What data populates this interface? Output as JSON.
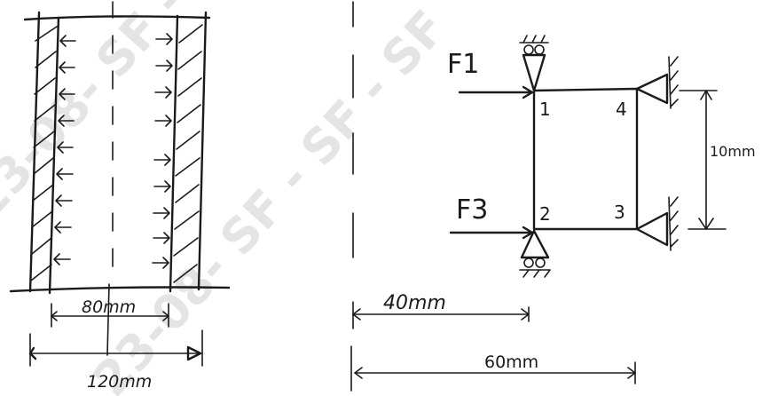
{
  "colors": {
    "ink": "#1b1b1b",
    "paper": "#ffffff",
    "watermark": "#000000"
  },
  "watermark": {
    "text": "23-08- SF - SF - SF"
  },
  "left_figure": {
    "inner_width_label": "80mm",
    "outer_width_label": "120mm"
  },
  "right_figure": {
    "force_top_label": "F1",
    "force_bottom_label": "F3",
    "nodes": [
      "1",
      "4",
      "2",
      "3"
    ],
    "height_label": "10mm",
    "dim_short_label": "40mm",
    "dim_long_label": "60mm"
  }
}
